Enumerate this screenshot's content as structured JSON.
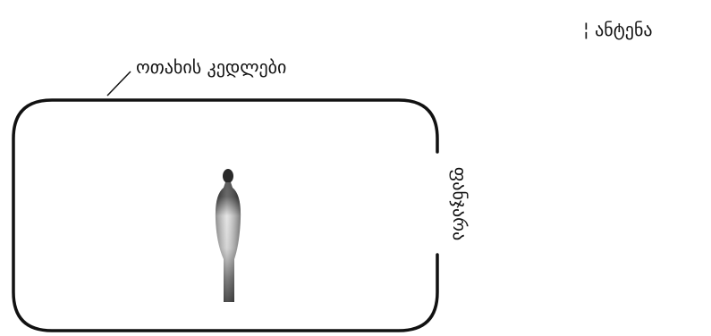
{
  "labels": {
    "antenna": "¦ ანტენა",
    "room_walls": "ოთახის კედლები",
    "window": "ფანჯარა"
  },
  "colors": {
    "stroke": "#111111",
    "figure_light": "#f2f2f2",
    "figure_dark": "#1a1a1a"
  }
}
